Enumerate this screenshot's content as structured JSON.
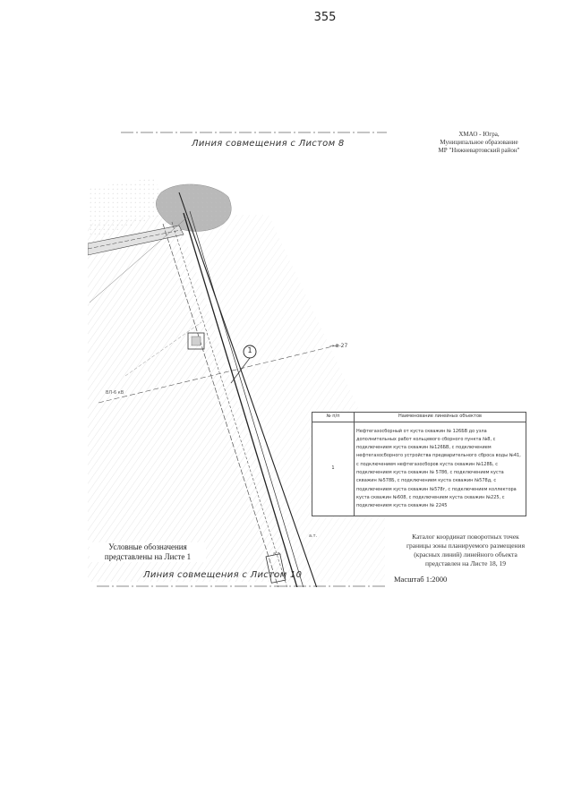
{
  "page_number": "355",
  "match_line_top": "Линия совмещения с Листом 8",
  "match_line_bottom": "Линия совмещения с Листом 10",
  "org": {
    "line1": "ХМАО - Югра,",
    "line2": "Муниципальное образование",
    "line3": "МР \"Нижневартовский район\""
  },
  "legend_note": {
    "line1": "Условные обозначения",
    "line2": "представлены на Листе 1"
  },
  "catalog_note": {
    "line1": "Каталог координат поворотных точек",
    "line2": "границы зоны планируемого размещения",
    "line3": "(красных линий) линейного объекта",
    "line4": "представлен на Листе 18, 19"
  },
  "scale": "Масштаб 1:2000",
  "marker_label": "1",
  "table": {
    "col_num": "№ п/п",
    "col_name": "Наименование линейных объектов",
    "rows": [
      {
        "num": "1",
        "name": "Нефтегазосборный от куста скважин № 126БВ до узла дополнительных работ кольцевого сборного пункта №8, с подключением куста скважин №126БВ, с подключением нефтегазосборного устройства предварительного сброса воды №41, с подключением нефтегазосборов куста скважин №128Б, с подключением куста скважин № 578б, с подключением куста скважин №578Б, с подключением куста скважин №578д, с подключением куста скважин №578г, с подключением коллектора куста скважин №608, с подключением куста скважин №225, с подключением куста скважин № 2245"
      }
    ]
  },
  "colors": {
    "background": "#ffffff",
    "line": "#333333",
    "hatch": "#9a9a9a",
    "forest": "#b9b9b9"
  }
}
